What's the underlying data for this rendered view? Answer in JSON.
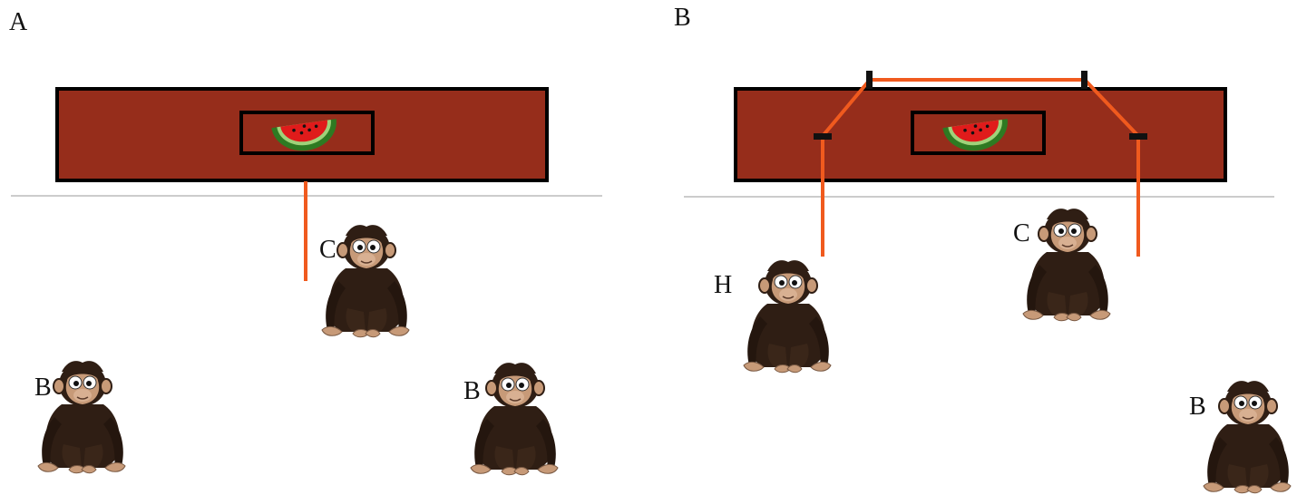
{
  "panels": [
    {
      "id": "A",
      "label": "A",
      "chimps": [
        {
          "id": "chimp-c",
          "label": "C"
        },
        {
          "id": "chimp-b-left",
          "label": "B"
        },
        {
          "id": "chimp-b-right",
          "label": "B"
        }
      ]
    },
    {
      "id": "B",
      "label": "B",
      "chimps": [
        {
          "id": "chimp-h",
          "label": "H"
        },
        {
          "id": "chimp-c",
          "label": "C"
        },
        {
          "id": "chimp-b",
          "label": "B"
        }
      ]
    }
  ],
  "colors": {
    "platform": "#962d1b",
    "outline": "#000000",
    "rope": "#f05a1e",
    "ground": "#bbbbbb",
    "fur": "#2f1e14",
    "face": "#c79a78",
    "melon_flesh": "#e01b1b",
    "melon_rind": "#2e7a22"
  }
}
